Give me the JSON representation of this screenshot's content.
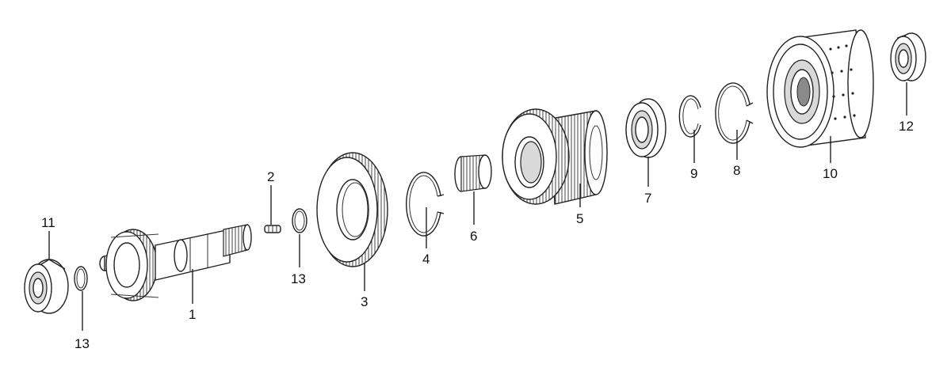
{
  "diagram": {
    "callouts": [
      {
        "id": "1",
        "text": "1"
      },
      {
        "id": "2",
        "text": "2"
      },
      {
        "id": "3",
        "text": "3"
      },
      {
        "id": "4",
        "text": "4"
      },
      {
        "id": "5",
        "text": "5"
      },
      {
        "id": "6",
        "text": "6"
      },
      {
        "id": "7",
        "text": "7"
      },
      {
        "id": "8",
        "text": "8"
      },
      {
        "id": "9",
        "text": "9"
      },
      {
        "id": "10",
        "text": "10"
      },
      {
        "id": "11",
        "text": "11"
      },
      {
        "id": "12",
        "text": "12"
      },
      {
        "id": "13a",
        "text": "13"
      },
      {
        "id": "13b",
        "text": "13"
      }
    ]
  }
}
